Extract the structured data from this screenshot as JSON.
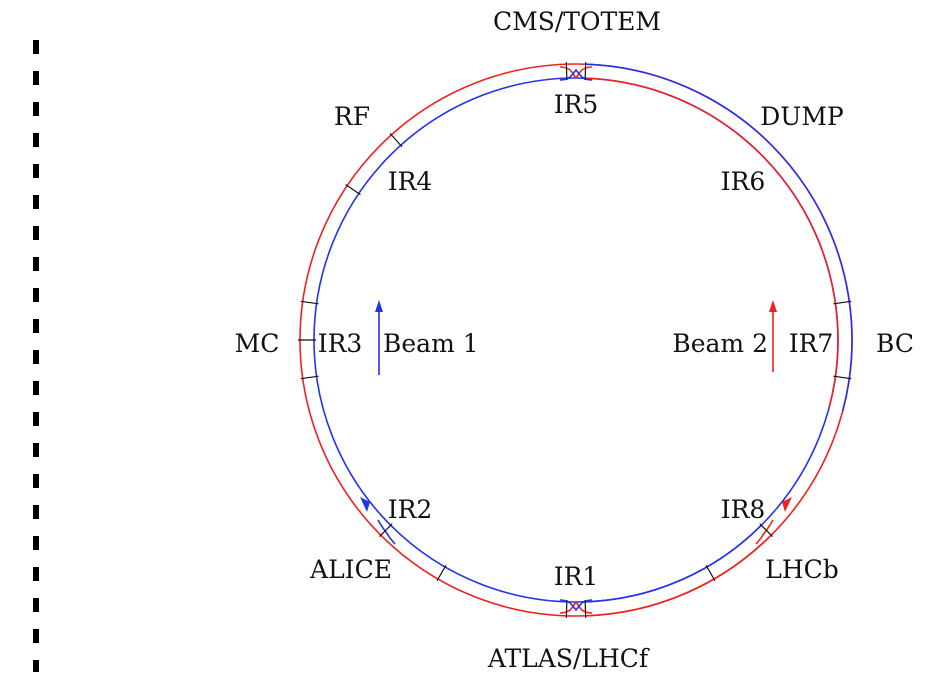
{
  "experiments": {
    "ir1": "ATLAS/LHCf",
    "ir2": "ALICE",
    "ir3": "MC",
    "ir4": "RF",
    "ir5": "CMS/TOTEM",
    "ir6": "DUMP",
    "ir7": "BC",
    "ir8": "LHCb"
  },
  "interaction_regions": {
    "ir1": "IR1",
    "ir2": "IR2",
    "ir3": "IR3",
    "ir4": "IR4",
    "ir5": "IR5",
    "ir6": "IR6",
    "ir7": "IR7",
    "ir8": "IR8"
  },
  "beams": {
    "beam1": {
      "label": "Beam 1",
      "color": "#2233ee"
    },
    "beam2": {
      "label": "Beam 2",
      "color": "#ee2222"
    }
  },
  "colors": {
    "tick": "#111111",
    "text": "#111111",
    "dash": "#000000"
  }
}
